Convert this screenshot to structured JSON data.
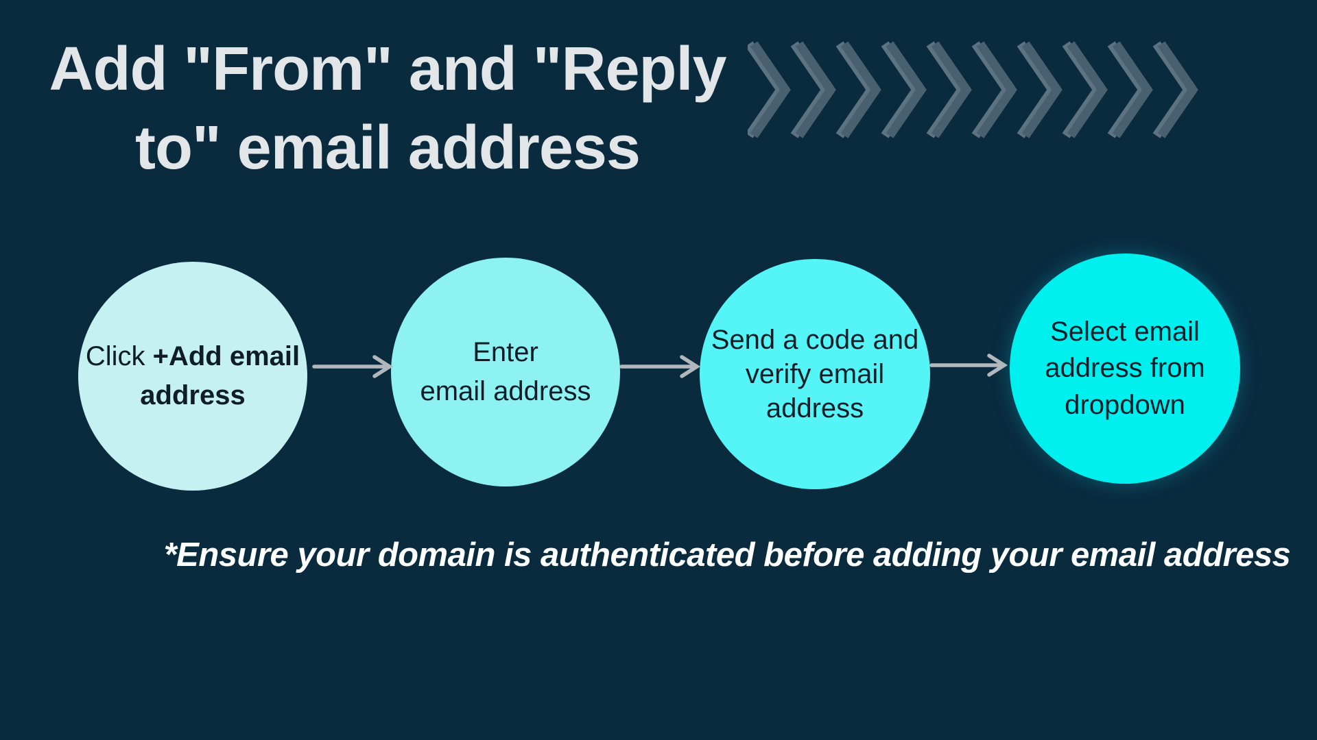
{
  "canvas": {
    "background_color": "#0a2a3e"
  },
  "title": {
    "line1": "Add \"From\" and \"Reply",
    "line2": "to\" email address",
    "color": "#e3e6e9"
  },
  "decor_chevrons": {
    "count": 10,
    "body_color": "#48606f",
    "highlight_color": "#5d7382"
  },
  "flow": {
    "connector_color": "#b0b7bd",
    "steps": [
      {
        "id": 1,
        "fill": "#c5f1f3",
        "text_color": "#0e1d27",
        "line1_normal": "Click ",
        "line1_bold": "+Add email",
        "line2_bold": "address"
      },
      {
        "id": 2,
        "fill": "#8ff2f2",
        "text_color": "#0e1d27",
        "lines": [
          "Enter",
          "email address"
        ]
      },
      {
        "id": 3,
        "fill": "#55f5f7",
        "text_color": "#0e1d27",
        "lines": [
          "Send a code and",
          "verify email",
          "address"
        ]
      },
      {
        "id": 4,
        "fill": "#00efef",
        "text_color": "#0e1d27",
        "lines": [
          "Select email",
          "address from",
          "dropdown"
        ]
      }
    ]
  },
  "footer": {
    "note": "*Ensure your domain is authenticated before adding your email address",
    "color": "#fdfefe"
  }
}
